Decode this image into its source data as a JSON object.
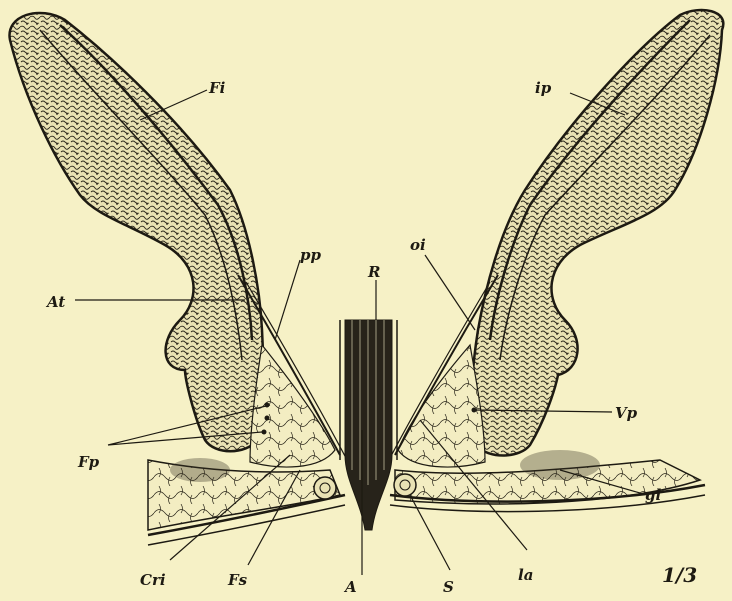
{
  "figure": {
    "background": "#f6f1c6",
    "ink": "#1d1a12",
    "bone_fill": "#e9e2b4",
    "bone_texture": "#2a261a",
    "labels": {
      "Fi": "Fi",
      "ip": "ip",
      "pp": "pp",
      "R": "R",
      "At": "At",
      "oi": "oi",
      "Vp": "Vp",
      "Fp": "Fp",
      "gl": "gl",
      "Cri": "Cri",
      "Fs": "Fs",
      "A": "A",
      "S": "S",
      "la": "la",
      "scale": "1/3"
    }
  }
}
